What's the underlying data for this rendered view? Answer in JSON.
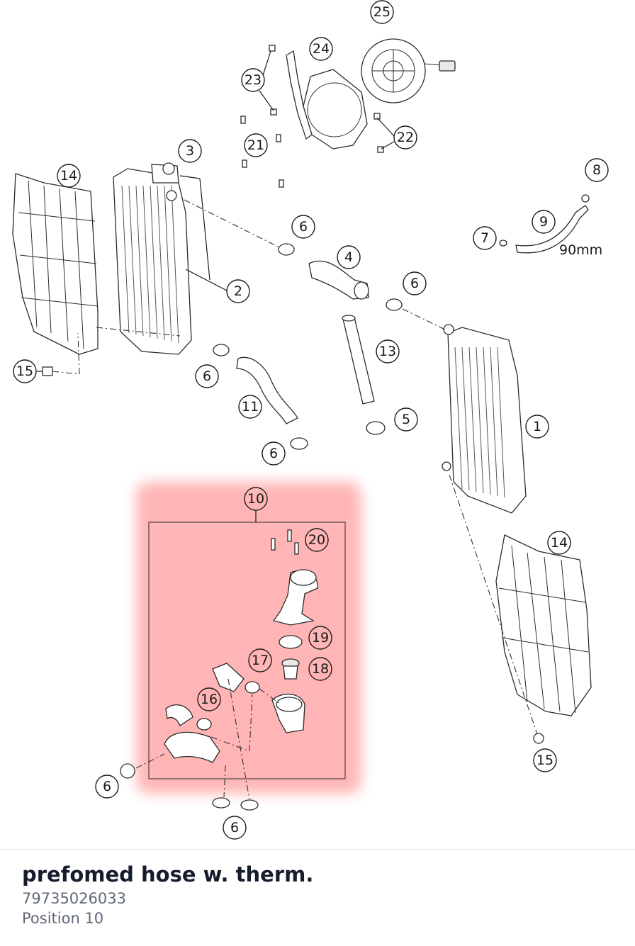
{
  "part": {
    "title": "prefomed hose w. therm.",
    "number": "79735026033",
    "position": "Position 10"
  },
  "diagram": {
    "highlight_color": "#ff8f8f",
    "dimension_label": "90mm",
    "callouts": [
      "25",
      "24",
      "23",
      "22",
      "21",
      "3",
      "14",
      "2",
      "6",
      "4",
      "8",
      "9",
      "7",
      "6",
      "13",
      "15",
      "6",
      "11",
      "5",
      "1",
      "6",
      "10",
      "20",
      "14",
      "19",
      "17",
      "18",
      "16",
      "15",
      "6",
      "6"
    ]
  }
}
